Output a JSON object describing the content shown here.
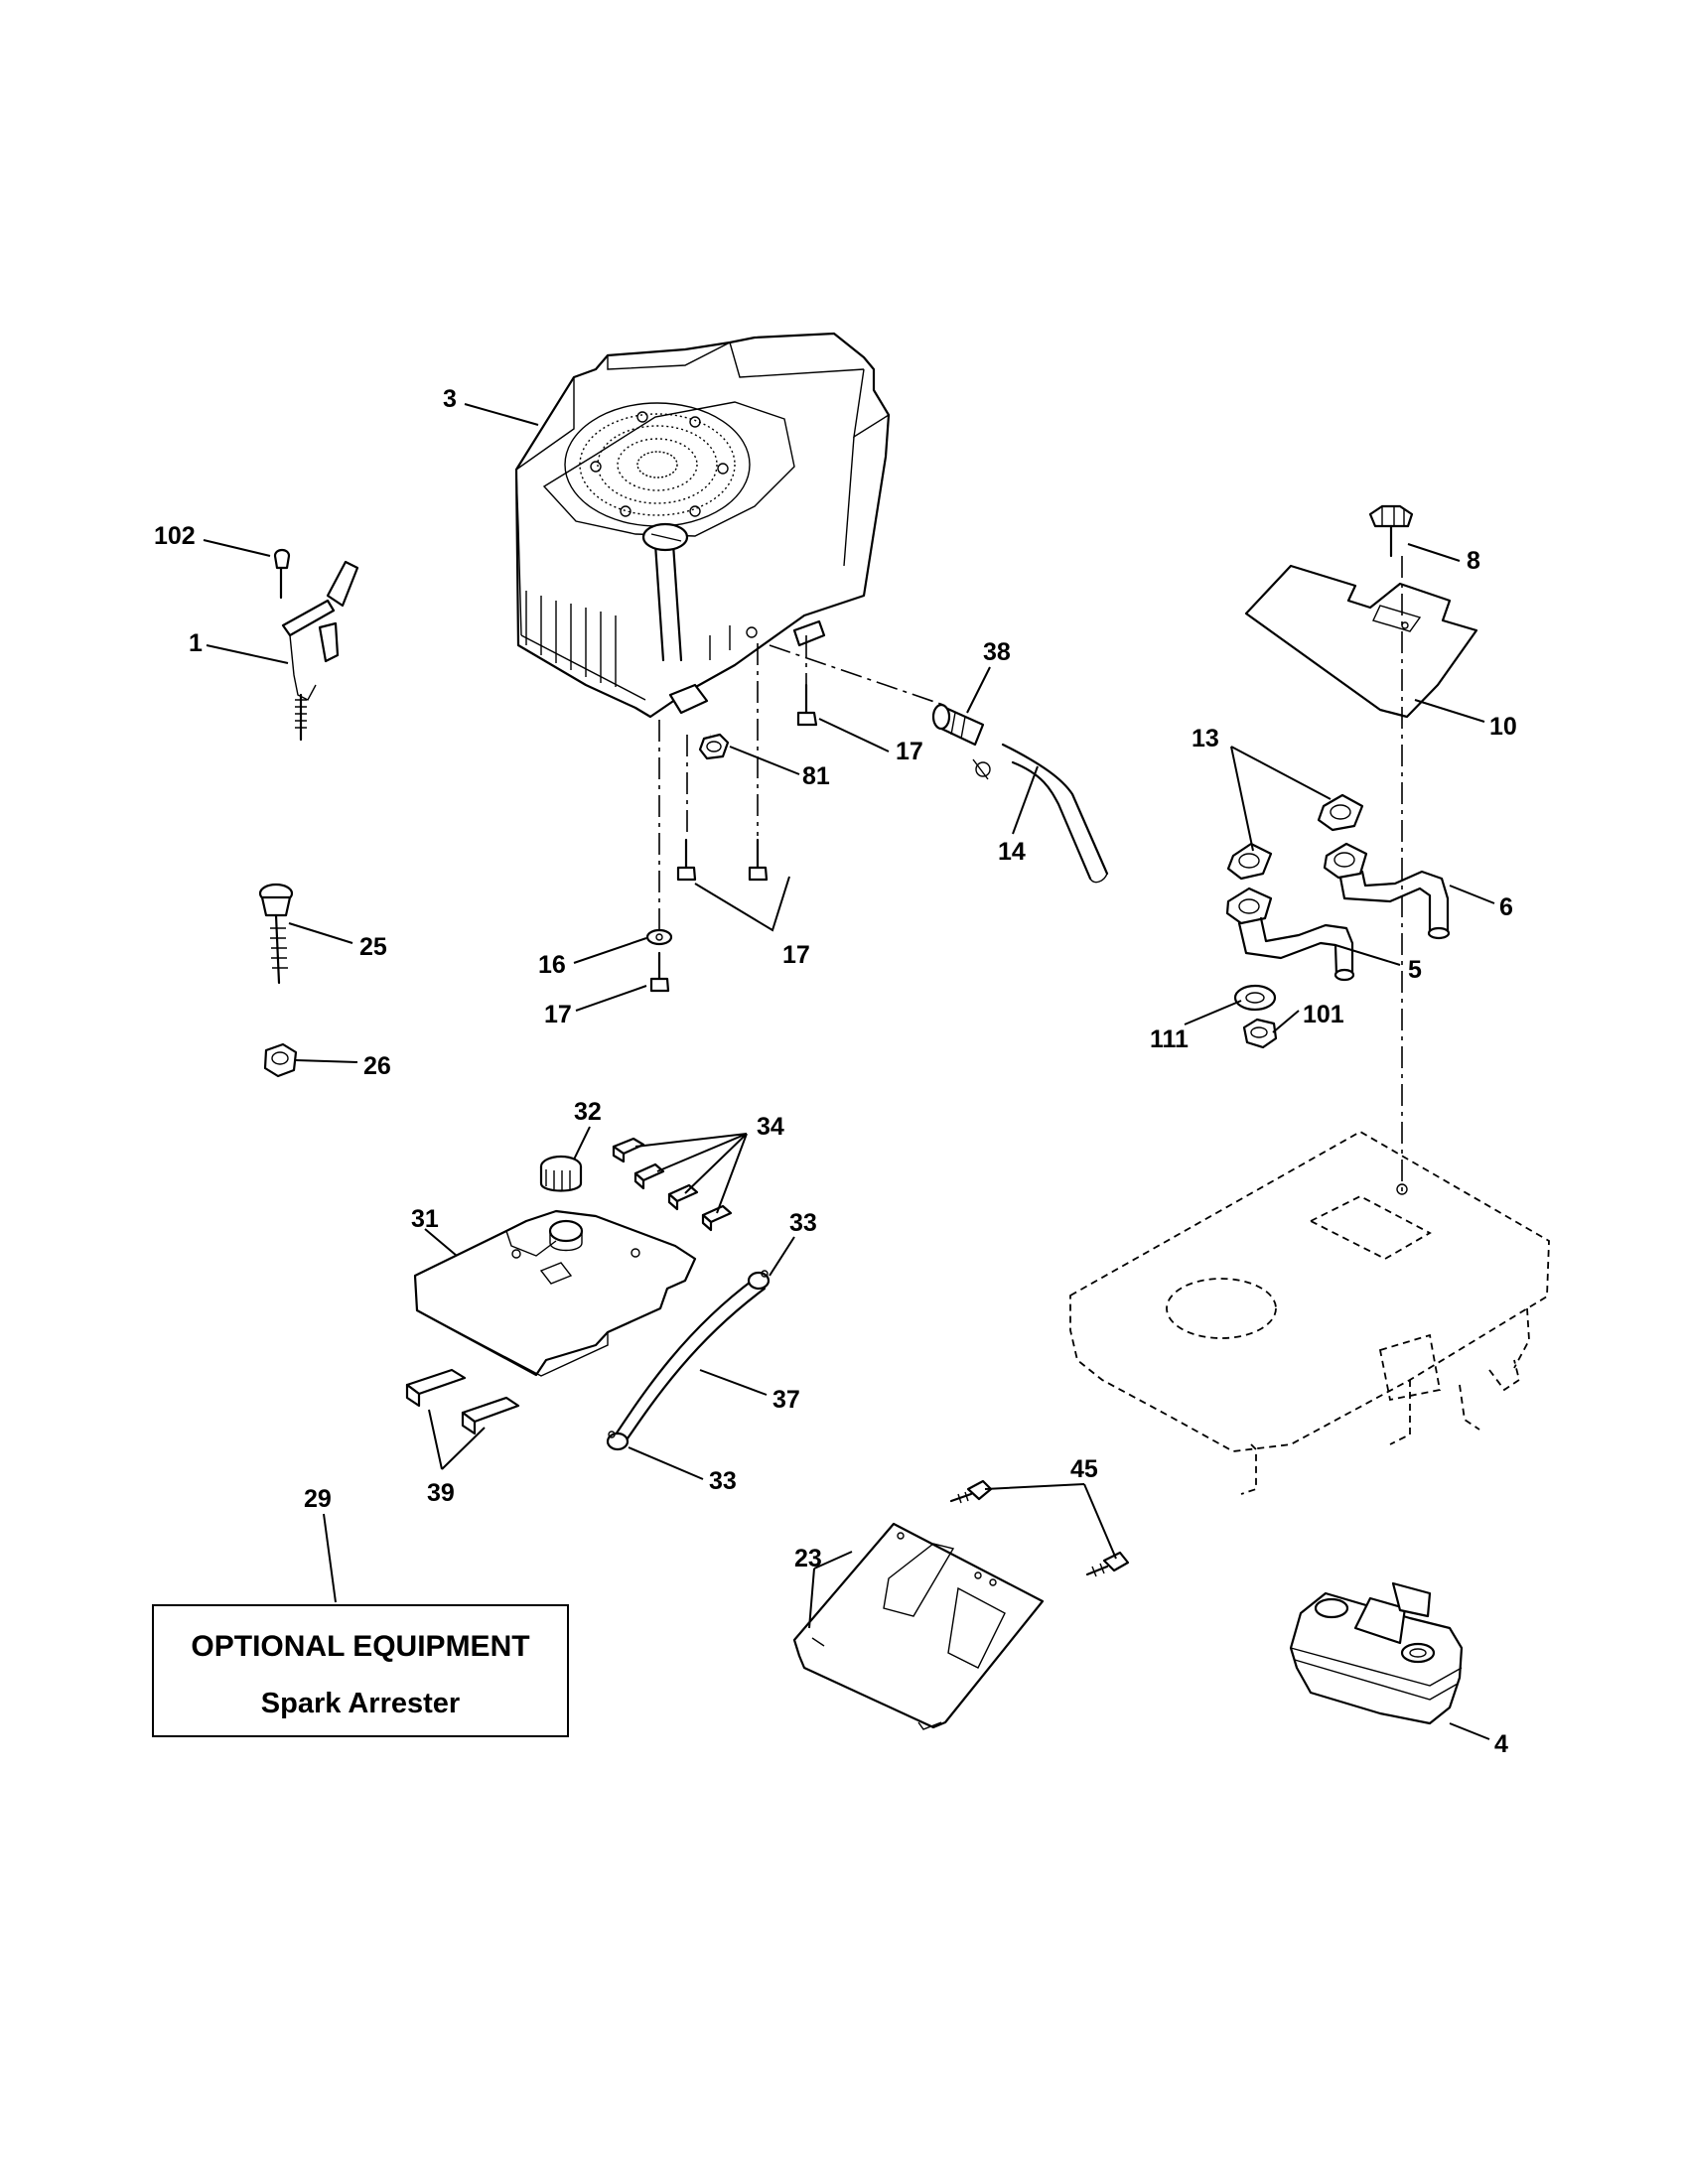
{
  "diagram": {
    "callouts": {
      "c1": "1",
      "c3": "3",
      "c4": "4",
      "c5": "5",
      "c6": "6",
      "c8": "8",
      "c10": "10",
      "c13": "13",
      "c14": "14",
      "c16": "16",
      "c17a": "17",
      "c17b": "17",
      "c17c": "17",
      "c23": "23",
      "c25": "25",
      "c26": "26",
      "c29": "29",
      "c31": "31",
      "c32": "32",
      "c33a": "33",
      "c33b": "33",
      "c34": "34",
      "c37": "37",
      "c38": "38",
      "c39": "39",
      "c45": "45",
      "c81": "81",
      "c101": "101",
      "c102": "102",
      "c111": "111"
    },
    "optional_box": {
      "line1": "OPTIONAL EQUIPMENT",
      "line2": "Spark Arrester"
    }
  }
}
